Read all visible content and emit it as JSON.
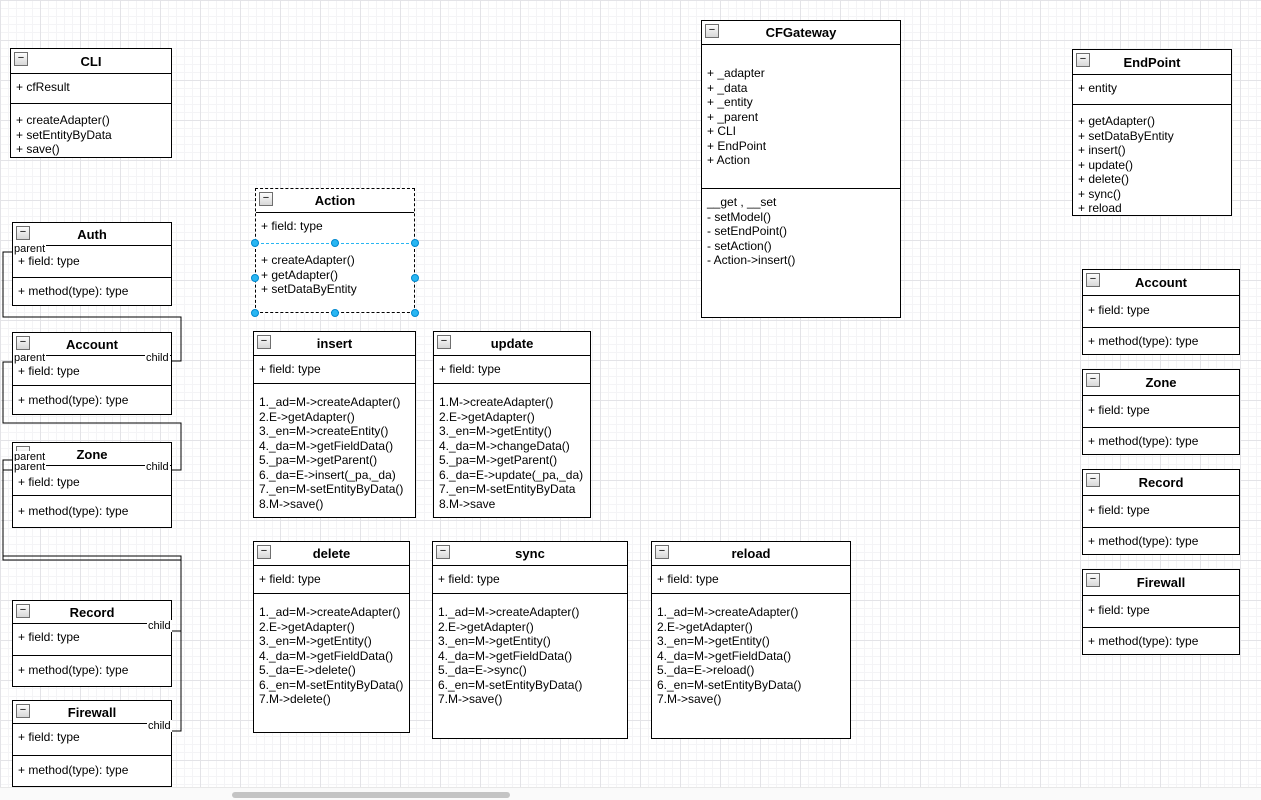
{
  "ui": {
    "icons": {
      "collapse": "−"
    },
    "colors": {
      "selection_handle": "#29b6f2",
      "selection_outline": "#0088cf",
      "line": "#000000"
    }
  },
  "classes": [
    {
      "id": "cli",
      "title": "CLI",
      "attributes": [
        "+ cfResult"
      ],
      "methods": [
        "+ createAdapter()",
        "+ setEntityByData",
        "+ save()"
      ]
    },
    {
      "id": "auth",
      "title": "Auth",
      "attributes": [
        "+ field: type"
      ],
      "methods": [
        "+ method(type): type"
      ]
    },
    {
      "id": "account-left",
      "title": "Account",
      "attributes": [
        "+ field: type"
      ],
      "methods": [
        "+ method(type): type"
      ]
    },
    {
      "id": "zone-left",
      "title": "Zone",
      "attributes": [
        "+ field: type"
      ],
      "methods": [
        "+ method(type): type"
      ]
    },
    {
      "id": "record-left",
      "title": "Record",
      "attributes": [
        "+ field: type"
      ],
      "methods": [
        "+ method(type): type"
      ]
    },
    {
      "id": "firewall-left",
      "title": "Firewall",
      "attributes": [
        "+ field: type"
      ],
      "methods": [
        "+ method(type): type"
      ]
    },
    {
      "id": "action",
      "title": "Action",
      "selected": true,
      "attributes": [
        "+ field: type"
      ],
      "methods": [
        "+ createAdapter()",
        "+ getAdapter()",
        "+ setDataByEntity"
      ]
    },
    {
      "id": "insert",
      "title": "insert",
      "attributes": [
        "+ field: type"
      ],
      "methods": [
        "1._ad=M->createAdapter()",
        "2.E->getAdapter()",
        "3._en=M->createEntity()",
        "4._da=M->getFieldData()",
        "5._pa=M->getParent()",
        "6._da=E->insert(_pa,_da)",
        "7._en=M-setEntityByData()",
        "8.M->save()"
      ]
    },
    {
      "id": "update",
      "title": "update",
      "attributes": [
        "+ field: type"
      ],
      "methods": [
        "1.M->createAdapter()",
        "2.E->getAdapter()",
        "3._en=M->getEntity()",
        "4._da=M->changeData()",
        "5._pa=M->getParent()",
        "6._da=E->update(_pa,_da)",
        "7._en=M-setEntityByData",
        "8.M->save"
      ]
    },
    {
      "id": "delete",
      "title": "delete",
      "attributes": [
        "+ field: type"
      ],
      "methods": [
        "1._ad=M->createAdapter()",
        "2.E->getAdapter()",
        "3._en=M->getEntity()",
        "4._da=M->getFieldData()",
        "5._da=E->delete()",
        "6._en=M-setEntityByData()",
        "7.M->delete()"
      ]
    },
    {
      "id": "sync",
      "title": "sync",
      "attributes": [
        "+ field: type"
      ],
      "methods": [
        "1._ad=M->createAdapter()",
        "2.E->getAdapter()",
        "3._en=M->getEntity()",
        "4._da=M->getFieldData()",
        "5._da=E->sync()",
        "6._en=M-setEntityByData()",
        "7.M->save()"
      ]
    },
    {
      "id": "reload",
      "title": "reload",
      "attributes": [
        "+ field: type"
      ],
      "methods": [
        "1._ad=M->createAdapter()",
        "2.E->getAdapter()",
        "3._en=M->getEntity()",
        "4._da=M->getFieldData()",
        "5._da=E->reload()",
        "6._en=M-setEntityByData()",
        "7.M->save()"
      ]
    },
    {
      "id": "cfgateway",
      "title": "CFGateway",
      "attributes": [
        "+ _adapter",
        "+ _data",
        "+ _entity",
        "+ _parent",
        "+ CLI",
        "+ EndPoint",
        "+ Action"
      ],
      "methods": [
        "__get , __set",
        "- setModel()",
        "- setEndPoint()",
        "- setAction()",
        "- Action->insert()"
      ]
    },
    {
      "id": "endpoint",
      "title": "EndPoint",
      "attributes": [
        "+ entity"
      ],
      "methods": [
        "+ getAdapter()",
        "+ setDataByEntity",
        "+ insert()",
        "+ update()",
        "+ delete()",
        "+ sync()",
        "+ reload"
      ]
    },
    {
      "id": "account-right",
      "title": "Account",
      "attributes": [
        "+ field: type"
      ],
      "methods": [
        "+ method(type): type"
      ]
    },
    {
      "id": "zone-right",
      "title": "Zone",
      "attributes": [
        "+ field: type"
      ],
      "methods": [
        "+ method(type): type"
      ]
    },
    {
      "id": "record-right",
      "title": "Record",
      "attributes": [
        "+ field: type"
      ],
      "methods": [
        "+ method(type): type"
      ]
    },
    {
      "id": "firewall-right",
      "title": "Firewall",
      "attributes": [
        "+ field: type"
      ],
      "methods": [
        "+ method(type): type"
      ]
    }
  ],
  "edges": [
    {
      "id": "auth-account",
      "source": "Auth",
      "target": "Account",
      "source_label": "parent",
      "target_label": "child"
    },
    {
      "id": "account-zone",
      "source": "Account",
      "target": "Zone",
      "source_label": "parent",
      "target_label": "child"
    },
    {
      "id": "zone-record",
      "source": "Zone",
      "target": "Record",
      "source_label": "parent",
      "target_label": "child"
    },
    {
      "id": "zone-firewall",
      "source": "Zone",
      "target": "Firewall",
      "source_label": "parent",
      "target_label": "child"
    }
  ]
}
